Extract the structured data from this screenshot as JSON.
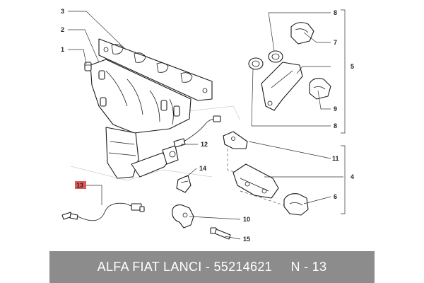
{
  "callouts": [
    "1",
    "2",
    "3",
    "4",
    "5",
    "6",
    "7",
    "8",
    "8",
    "9",
    "10",
    "11",
    "12",
    "13",
    "14",
    "15"
  ],
  "highlighted_callout": "13",
  "colors": {
    "highlight_fill": "#e05a5a",
    "footer_bg": "#8c8c8c",
    "footer_text": "#ffffff"
  },
  "footer": {
    "brand": "ALFA FIAT LANCI",
    "separator": " - ",
    "part_number": "55214621",
    "gap": "     ",
    "ref": "N - 13"
  }
}
